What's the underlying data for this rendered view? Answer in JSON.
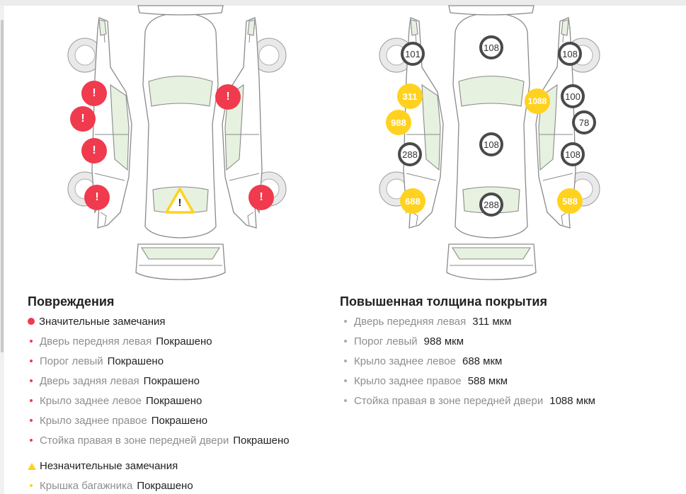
{
  "damage_section": {
    "title": "Повреждения",
    "major_label": "Значительные замечания",
    "major_items": [
      {
        "part": "Дверь передняя левая",
        "status": "Покрашено"
      },
      {
        "part": "Порог левый",
        "status": "Покрашено"
      },
      {
        "part": "Дверь задняя левая",
        "status": "Покрашено"
      },
      {
        "part": "Крыло заднее левое",
        "status": "Покрашено"
      },
      {
        "part": "Крыло заднее правое",
        "status": "Покрашено"
      },
      {
        "part": "Стойка правая в зоне передней двери",
        "status": "Покрашено"
      }
    ],
    "minor_label": "Незначительные замечания",
    "minor_items": [
      {
        "part": "Крышка багажника",
        "status": "Покрашено"
      }
    ]
  },
  "thickness_section": {
    "title": "Повышенная толщина покрытия",
    "items": [
      {
        "part": "Дверь передняя левая",
        "value": "311 мкм"
      },
      {
        "part": "Порог левый",
        "value": "988 мкм"
      },
      {
        "part": "Крыло заднее левое",
        "value": "688 мкм"
      },
      {
        "part": "Крыло заднее правое",
        "value": "588 мкм"
      },
      {
        "part": "Стойка правая в зоне передней двери",
        "value": "1088 мкм"
      }
    ]
  },
  "damage_markers": {
    "major_symbol": "!",
    "minor_symbol": "!"
  },
  "thickness_markers": {
    "gray": [
      "101",
      "108",
      "108",
      "100",
      "78",
      "108",
      "108",
      "288",
      "288"
    ],
    "yellow": [
      "311",
      "988",
      "688",
      "1088",
      "588"
    ]
  },
  "colors": {
    "major": "#f03a4e",
    "minor": "#ffd21f",
    "normal_ring": "#4a4a4a",
    "glass": "#e6f1df"
  }
}
